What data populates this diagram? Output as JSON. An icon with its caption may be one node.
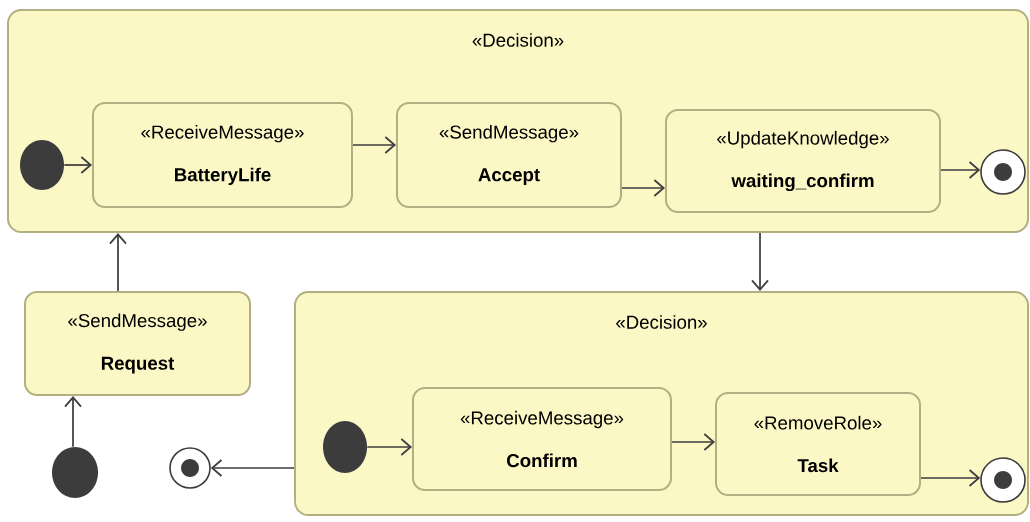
{
  "diagram": {
    "nodes": [
      {
        "text": [
          "«Decision»"
        ]
      },
      {
        "text": [],
        "shape": "circle",
        "in": 0
      },
      {
        "text": [
          "«ReceiveMessage»",
          "BatteryLife"
        ],
        "in": 0
      },
      {
        "text": [
          "«SendMessage»",
          "Accept"
        ],
        "in": 0
      },
      {
        "text": [
          "«UpdateKnowledge»",
          "waiting_confirm"
        ],
        "in": 0
      },
      {
        "text": [],
        "shape": "circle",
        "in": 0
      },
      {
        "text": [
          "«SendMessage»",
          "Request"
        ]
      },
      {
        "text": [],
        "shape": "circle"
      },
      {
        "text": [],
        "shape": "circle"
      },
      {
        "text": [
          "«Decision»"
        ]
      },
      {
        "text": [],
        "shape": "circle",
        "in": 9
      },
      {
        "text": [
          "«ReceiveMessage»",
          "Confirm"
        ],
        "in": 9
      },
      {
        "text": [
          "«RemoveRole»",
          "Task"
        ],
        "in": 9
      },
      {
        "text": [],
        "shape": "circle",
        "in": 9
      }
    ],
    "edges": [
      {
        "from": 1,
        "to": 2,
        "arrow": "to"
      },
      {
        "from": 2,
        "to": 3,
        "arrow": "to"
      },
      {
        "from": 3,
        "to": 4,
        "arrow": "to"
      },
      {
        "from": 4,
        "to": 5,
        "arrow": "to"
      },
      {
        "from": 0,
        "to": 9,
        "arrow": "to"
      },
      {
        "from": 6,
        "to": 0,
        "arrow": "to"
      },
      {
        "from": 7,
        "to": 6,
        "arrow": "to"
      },
      {
        "from": 9,
        "to": 8,
        "arrow": "to"
      },
      {
        "from": 10,
        "to": 11,
        "arrow": "to"
      },
      {
        "from": 11,
        "to": 12,
        "arrow": "to"
      },
      {
        "from": 12,
        "to": 13,
        "arrow": "to"
      }
    ]
  }
}
